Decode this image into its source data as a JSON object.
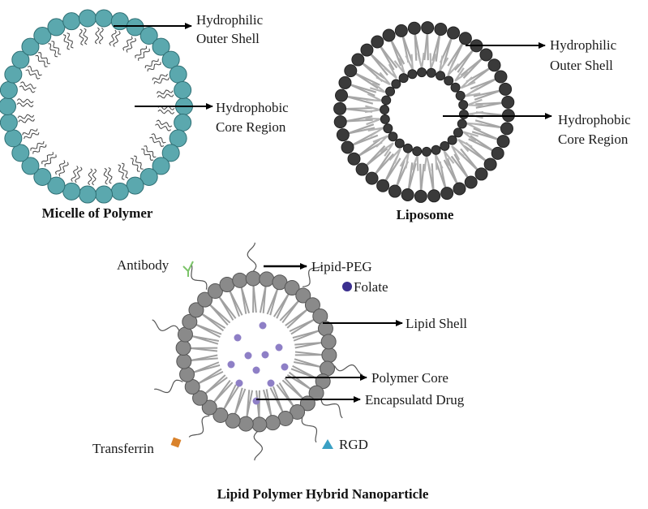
{
  "micelle": {
    "caption": "Micelle of Polymer",
    "shell_label_1": "Hydrophilic",
    "shell_label_2": "Outer Shell",
    "core_label_1": "Hydrophobic",
    "core_label_2": "Core Region"
  },
  "liposome": {
    "caption": "Liposome",
    "shell_label_1": "Hydrophilic",
    "shell_label_2": "Outer Shell",
    "core_label_1": "Hydrophobic",
    "core_label_2": "Core Region"
  },
  "hybrid": {
    "caption": "Lipid Polymer Hybrid Nanoparticle",
    "antibody": "Antibody",
    "lipid_peg": "Lipid-PEG",
    "folate": "Folate",
    "lipid_shell": "Lipid Shell",
    "polymer_core": "Polymer Core",
    "drug": "Encapsulatd Drug",
    "transferrin": "Transferrin",
    "rgd": "RGD"
  },
  "colors": {
    "micelle_head": "#5ba8ae",
    "liposome_head": "#3a3a3a",
    "hybrid_head": "#8a8a8a",
    "drug": "#8e7fc6",
    "folate": "#3b2f8f",
    "transferrin": "#d9822b",
    "rgd": "#3aa0c4",
    "antibody": "#7cc46a",
    "tail": "#999999"
  }
}
